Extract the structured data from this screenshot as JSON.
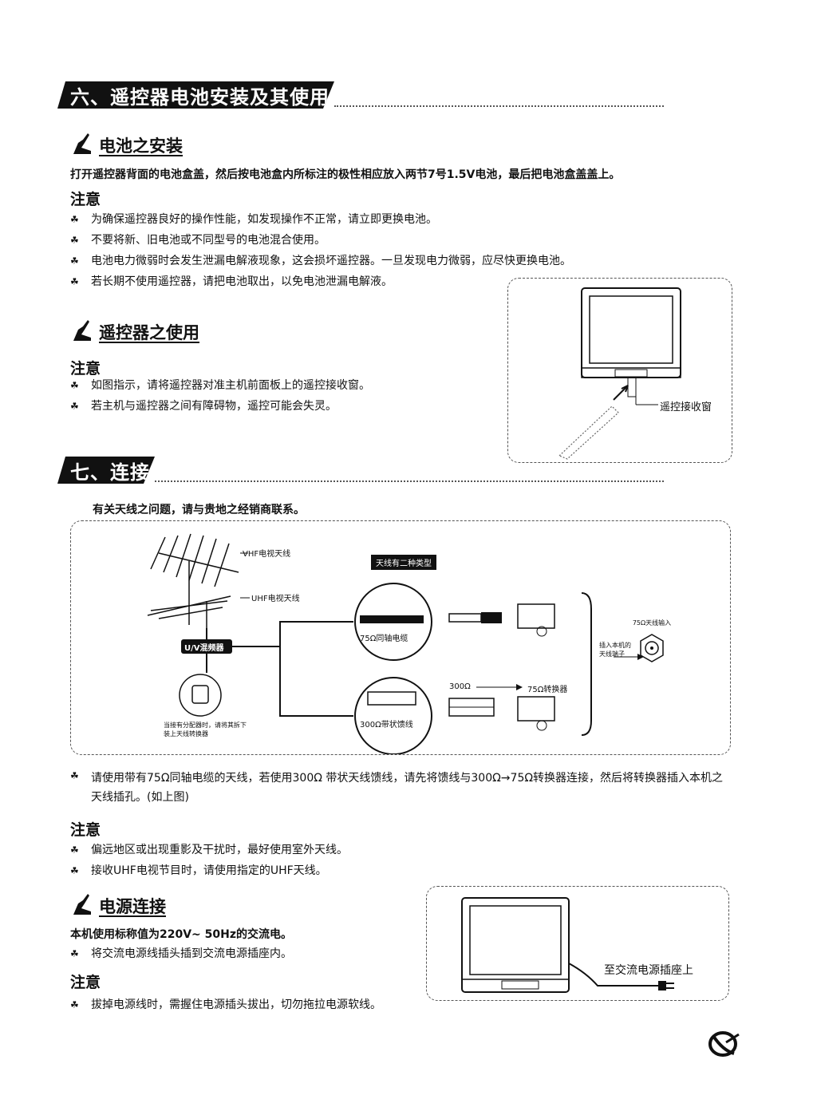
{
  "section6": {
    "title": "六、遥控器电池安装及其使用",
    "battery": {
      "title": "电池之安装",
      "instruction": "打开遥控器背面的电池盒盖，然后按电池盒内所标注的极性相应放入两节7号1.5V电池，最后把电池盒盖盖上。",
      "note_label": "注意",
      "bullets": [
        "为确保遥控器良好的操作性能，如发现操作不正常，请立即更换电池。",
        "不要将新、旧电池或不同型号的电池混合使用。",
        "电池电力微弱时会发生泄漏电解液现象，这会损坏遥控器。一旦发现电力微弱，应尽快更换电池。",
        "若长期不使用遥控器，请把电池取出，以免电池泄漏电解液。"
      ]
    },
    "remote": {
      "title": "遥控器之使用",
      "note_label": "注意",
      "bullets": [
        "如图指示，请将遥控器对准主机前面板上的遥控接收窗。",
        "若主机与遥控器之间有障碍物，遥控可能会失灵。"
      ],
      "figure_label": "遥控接收窗"
    }
  },
  "section7": {
    "title": "七、连接",
    "intro": "有关天线之问题，请与贵地之经销商联系。",
    "diagram": {
      "vhf_label": "VHF电视天线",
      "uhf_label": "UHF电视天线",
      "mixer_label": "U/V混频器",
      "types_badge": "天线有二种类型",
      "coax_label": "75Ω同轴电缆",
      "ribbon_label": "300Ω带状馈线",
      "conv_from": "300Ω",
      "conv_to": "75Ω转换器",
      "input_label": "75Ω天线输入",
      "plug_label": "插入本机的天线端子",
      "mixer_note": "当接有分配器时，请将其拆下装上天线转换器"
    },
    "main_bullets": [
      "请使用带有75Ω同轴电缆的天线，若使用300Ω 带状天线馈线，请先将馈线与300Ω→75Ω转换器连接，然后将转换器插入本机之天线插孔。(如上图)"
    ],
    "note_label": "注意",
    "note_bullets": [
      "偏远地区或出现重影及干扰时，最好使用室外天线。",
      "接收UHF电视节目时，请使用指定的UHF天线。"
    ],
    "power": {
      "title": "电源连接",
      "rating": "本机使用标称值为220V~ 50Hz的交流电。",
      "bullets": [
        "将交流电源线插头插到交流电源插座内。"
      ],
      "note_label": "注意",
      "note_bullets": [
        "拔掉电源线时，需握住电源插头拔出，切勿拖拉电源软线。"
      ],
      "figure_label": "至交流电源插座上"
    }
  },
  "icons": {
    "bullet": "bullet-triad-icon",
    "section_mark": "hand-writing-icon",
    "page_mark": "satellite-dish-icon"
  }
}
